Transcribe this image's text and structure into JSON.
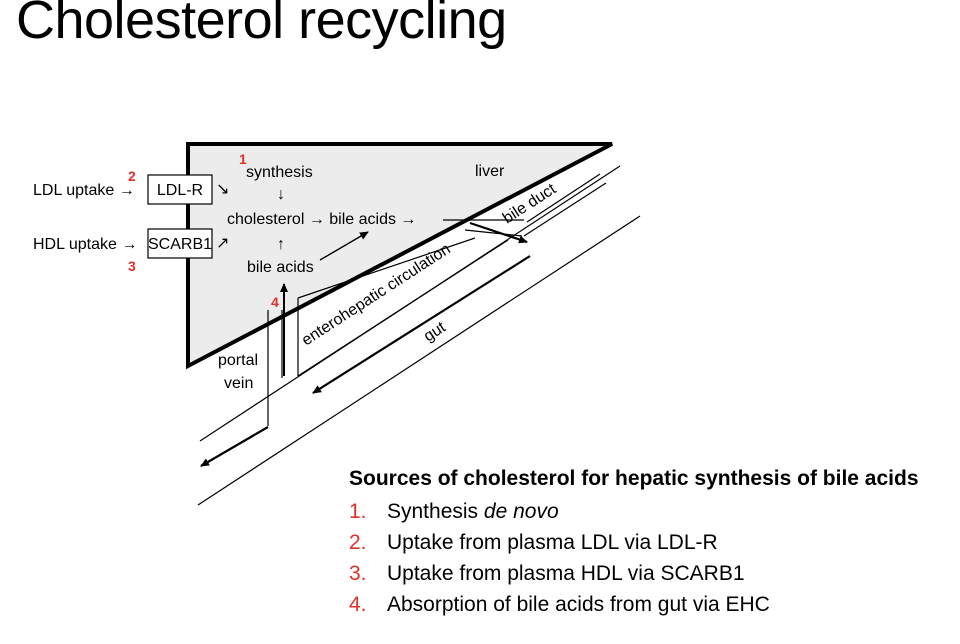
{
  "title": "Cholesterol recycling",
  "diagram": {
    "liver": "liver",
    "synthesis": "synthesis",
    "cholesterol_row": "cholesterol → bile acids →",
    "bile_acids": "bile acids",
    "ldl_uptake": "LDL uptake →",
    "hdl_uptake": "HDL uptake →",
    "ldlr_box": "LDL-R",
    "scarb1_box": "SCARB1",
    "bile_duct": "bile duct",
    "ehc": "enterohepatic circulation",
    "gut": "gut",
    "portal": "portal",
    "vein": "vein",
    "arrow_down": "↓",
    "arrow_up": "↑",
    "arrow_ne": "↗",
    "arrow_se": "↘",
    "n1": "1",
    "n2": "2",
    "n3": "3",
    "n4": "4"
  },
  "sources": {
    "heading": "Sources of cholesterol for hepatic synthesis of bile acids",
    "items": [
      {
        "num": "1.",
        "text": "Synthesis ",
        "em": "de novo"
      },
      {
        "num": "2.",
        "text": "Uptake from plasma LDL via LDL-R"
      },
      {
        "num": "3.",
        "text": "Uptake from plasma HDL via SCARB1"
      },
      {
        "num": "4.",
        "text": "Absorption of bile acids from gut via EHC"
      }
    ]
  },
  "colors": {
    "accent_red": "#e0302a",
    "liver_fill": "#ececec"
  }
}
